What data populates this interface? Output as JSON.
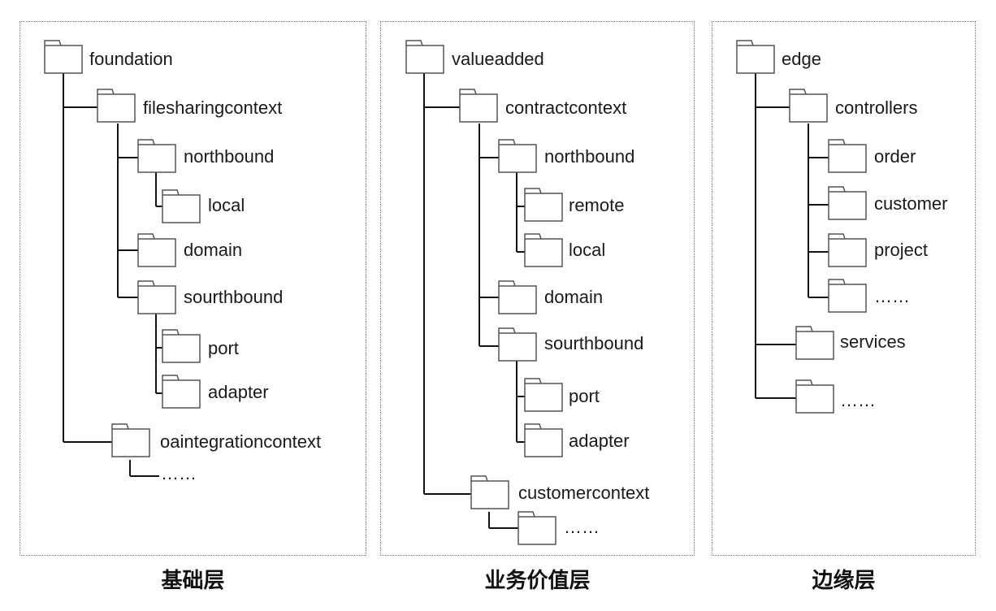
{
  "panels": [
    {
      "caption": "基础层",
      "items": {
        "root": "foundation",
        "ctx1": "filesharingcontext",
        "northbound": "northbound",
        "local": "local",
        "domain": "domain",
        "southbound": "sourthbound",
        "port": "port",
        "adapter": "adapter",
        "ctx2": "oaintegrationcontext",
        "more": "……"
      }
    },
    {
      "caption": "业务价值层",
      "items": {
        "root": "valueadded",
        "ctx1": "contractcontext",
        "northbound": "northbound",
        "remote": "remote",
        "local": "local",
        "domain": "domain",
        "southbound": "sourthbound",
        "port": "port",
        "adapter": "adapter",
        "ctx2": "customercontext",
        "more": "……"
      }
    },
    {
      "caption": "边缘层",
      "items": {
        "root": "edge",
        "controllers": "controllers",
        "order": "order",
        "customer": "customer",
        "project": "project",
        "ctrl_more": "……",
        "services": "services",
        "more": "……"
      }
    }
  ]
}
